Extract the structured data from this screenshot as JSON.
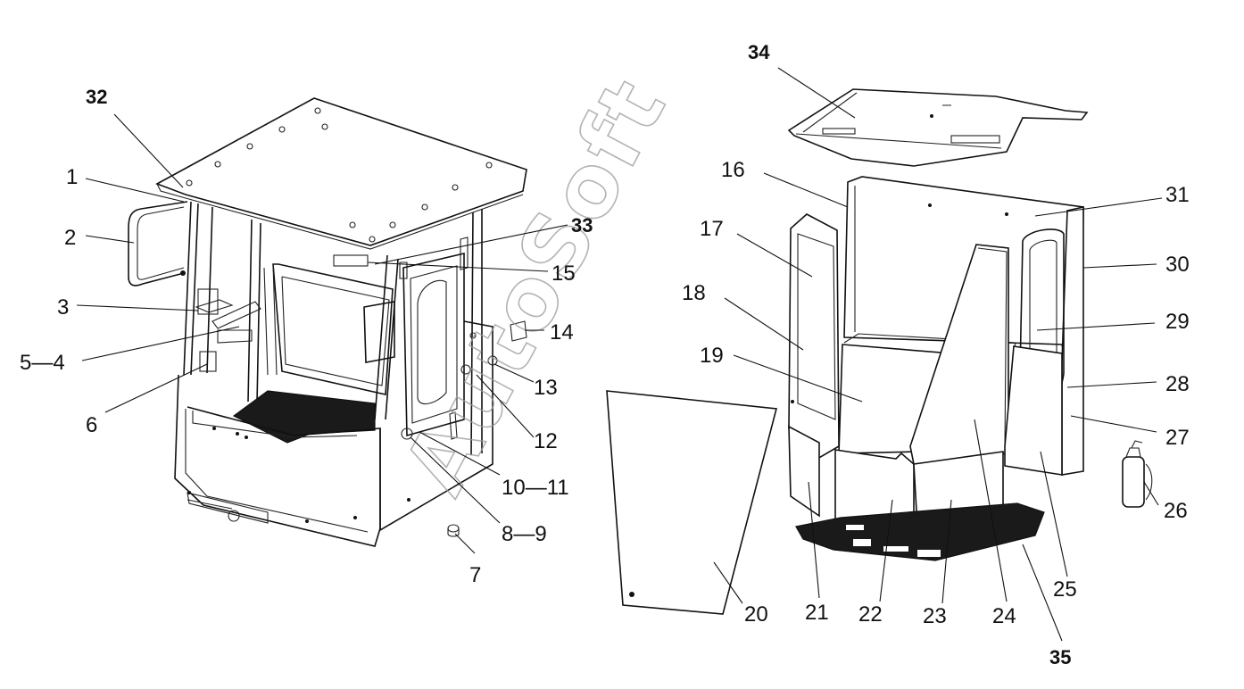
{
  "watermark": "AutoSoft",
  "callouts": {
    "c1": "1",
    "c2": "2",
    "c3": "3",
    "c4": "5—4",
    "c6": "6",
    "c7": "7",
    "c8": "8—9",
    "c10": "10—11",
    "c12": "12",
    "c13": "13",
    "c14": "14",
    "c15": "15",
    "c16": "16",
    "c17": "17",
    "c18": "18",
    "c19": "19",
    "c20": "20",
    "c21": "21",
    "c22": "22",
    "c23": "23",
    "c24": "24",
    "c25": "25",
    "c26": "26",
    "c27": "27",
    "c28": "28",
    "c29": "29",
    "c30": "30",
    "c31": "31",
    "c32": "32",
    "c33": "33",
    "c34": "34",
    "c35": "35"
  }
}
